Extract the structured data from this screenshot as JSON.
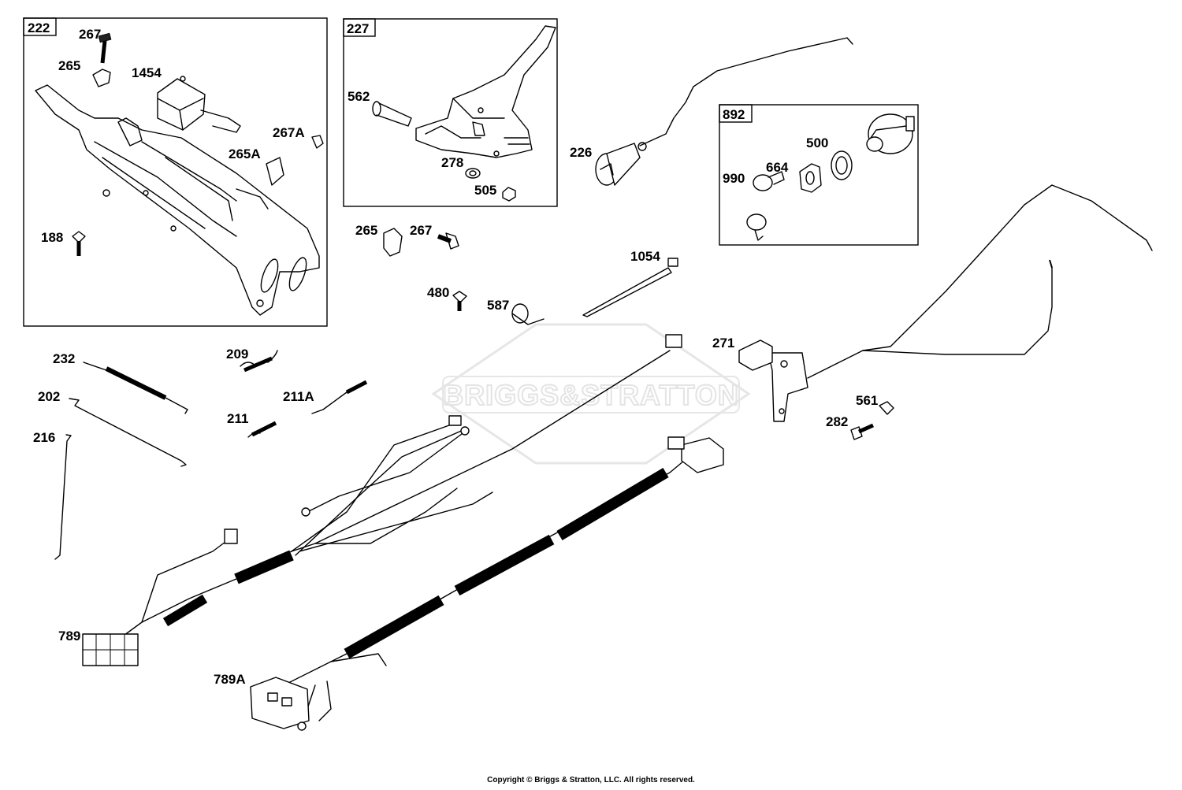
{
  "watermark": "BRIGGS&STRATTON",
  "copyright": "Copyright © Briggs & Stratton, LLC. All rights reserved.",
  "group_boxes": [
    "222",
    "227",
    "892"
  ],
  "callouts": {
    "p267": "267",
    "p265": "265",
    "p1454": "1454",
    "p267A": "267A",
    "p265A": "265A",
    "p188": "188",
    "p562": "562",
    "p278": "278",
    "p505": "505",
    "p226": "226",
    "p500": "500",
    "p664": "664",
    "p990": "990",
    "p265b": "265",
    "p267b": "267",
    "p1054": "1054",
    "p480": "480",
    "p587": "587",
    "p271": "271",
    "p561": "561",
    "p282": "282",
    "p232": "232",
    "p202": "202",
    "p216": "216",
    "p209": "209",
    "p211A": "211A",
    "p211": "211",
    "p789": "789",
    "p789A": "789A"
  }
}
